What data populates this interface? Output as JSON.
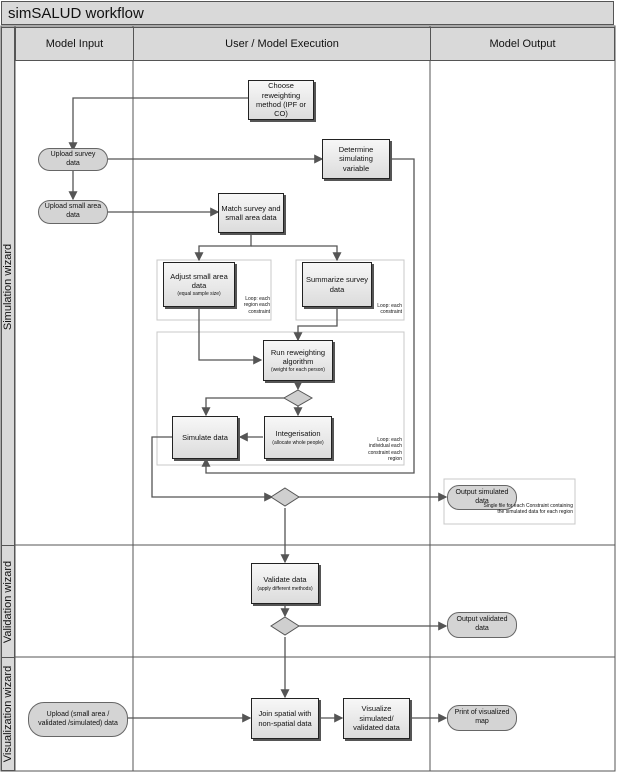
{
  "title": "simSALUD workflow",
  "columns": {
    "model_input": "Model Input",
    "execution": "User / Model Execution",
    "model_output": "Model Output"
  },
  "lanes": {
    "simulation": "Simulation wizard",
    "validation": "Validation wizard",
    "visualization": "Visualization wizard"
  },
  "nodes": {
    "choose_method": "Choose reweighting method (IPF or CO)",
    "upload_survey": "Upload survey data",
    "determine_var": "Determine simulating variable",
    "upload_small_area": "Upload small area data",
    "match": "Match survey and small area data",
    "adjust": "Adjust small area data",
    "adjust_sub": "(equal sample size)",
    "summarize": "Summarize survey data",
    "run_reweight": "Run reweighting algorithm",
    "run_reweight_sub": "(weight for each person)",
    "simulate": "Simulate data",
    "integerisation": "Integerisation",
    "integerisation_sub": "(allocate whole people)",
    "output_simulated": "Output simulated data",
    "validate": "Validate data",
    "validate_sub": "(apply different methods)",
    "output_validated": "Output validated data",
    "upload_vis": "Upload (small area / validated /simulated) data",
    "join": "Join spatial with non-spatial data",
    "visualize": "Visualize simulated/ validated data",
    "print_map": "Print of visualized map"
  },
  "loops": {
    "adjust": "Loop: each region each constraint",
    "summarize": "Loop: each constraint",
    "reweight": "Loop: each individual each constraint each region"
  },
  "notes": {
    "output_simulated": "Single file for each Constraint containing the simulated data for each region"
  }
}
